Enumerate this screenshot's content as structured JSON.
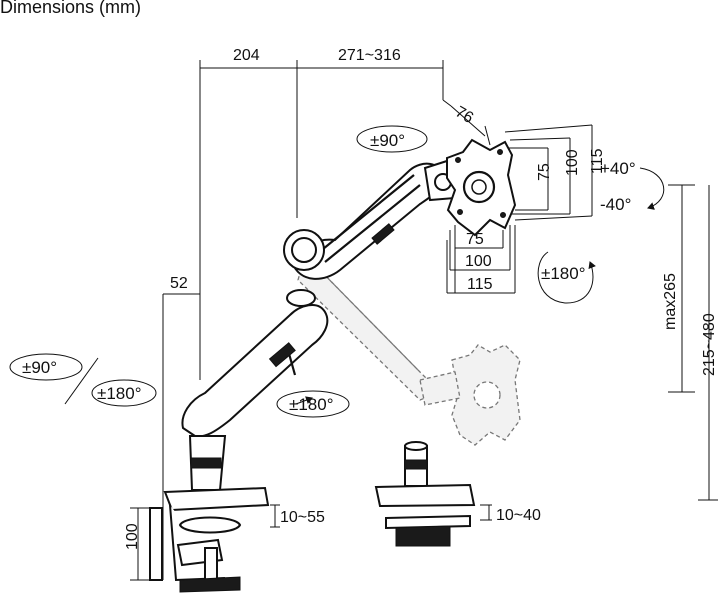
{
  "title": "Dimensions (mm)",
  "dimensions": {
    "horizontal_reach": "204",
    "arm_extension": "271~316",
    "pivot_offset": "76",
    "pole_offset": "52",
    "vesa_height_outer": "115",
    "vesa_height_mid": "100",
    "vesa_height_inner": "75",
    "vesa_width_inner": "75",
    "vesa_width_mid": "100",
    "vesa_width_outer": "115",
    "max_height": "max265",
    "height_range": "215~480",
    "base_height": "100",
    "clamp_thickness": "10~55",
    "grommet_thickness": "10~40"
  },
  "rotations": {
    "head_swivel": "±90°",
    "tilt_up": "+40°",
    "tilt_down": "-40°",
    "rotation": "±180°",
    "base_swivel": "±90°",
    "base_rotation": "±180°",
    "arm_rotation": "±180°"
  }
}
